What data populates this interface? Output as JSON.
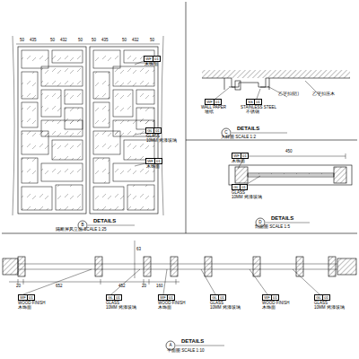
{
  "diagram": {
    "nodes": [
      {
        "text": [
          "WF",
          "01"
        ]
      },
      {
        "text": [
          "GL",
          "01"
        ]
      },
      {
        "text": [
          "WF",
          "01"
        ]
      },
      {
        "text": [
          "WF",
          "01"
        ]
      },
      {
        "text": [
          "SS",
          "01"
        ]
      },
      {
        "text": [
          "WF",
          "01"
        ]
      },
      {
        "text": [
          "GL",
          "01"
        ]
      },
      {
        "text": [
          "WF",
          "01"
        ]
      },
      {
        "text": [
          "GL",
          "01"
        ]
      },
      {
        "text": [
          "WF",
          "01"
        ]
      },
      {
        "text": [
          "GL",
          "01"
        ]
      },
      {
        "text": [
          "WF",
          "01"
        ]
      },
      {
        "text": [
          "GL",
          "01"
        ]
      }
    ],
    "edges": [],
    "labels": [
      "50",
      "435",
      "50",
      "432",
      "50",
      "50",
      "435",
      "50",
      "432",
      "50",
      "木饰面",
      "GLASS",
      "10MM 烤漆玻璃",
      "木饰面",
      "B",
      "DETAILS",
      "隔断屏风立面 SCALE 1:25",
      "WALL PAPER",
      "墙纸",
      "STAINLESS STEEL",
      "不锈钢",
      "乙字扣(铝)",
      "乙字扣连木",
      "C",
      "DETAILS",
      "大样图 SCALE 1:2",
      "450",
      "木饰面",
      "GLASS",
      "10MM 烤漆玻璃",
      "D",
      "DETAILS",
      "剖面图 SCALE 1:5",
      "20",
      "652",
      "452",
      "20",
      "160",
      "63",
      "WOOD FINISH",
      "木饰面",
      "GLASS",
      "10MM 烤漆玻璃",
      "WOOD FINISH",
      "木饰面",
      "GLASS",
      "10MM 烤漆玻璃",
      "WOOD FINISH",
      "木饰面",
      "GLASS",
      "10MM 烤漆玻璃",
      "A",
      "DETAILS",
      "平面图 SCALE 1:10"
    ]
  }
}
